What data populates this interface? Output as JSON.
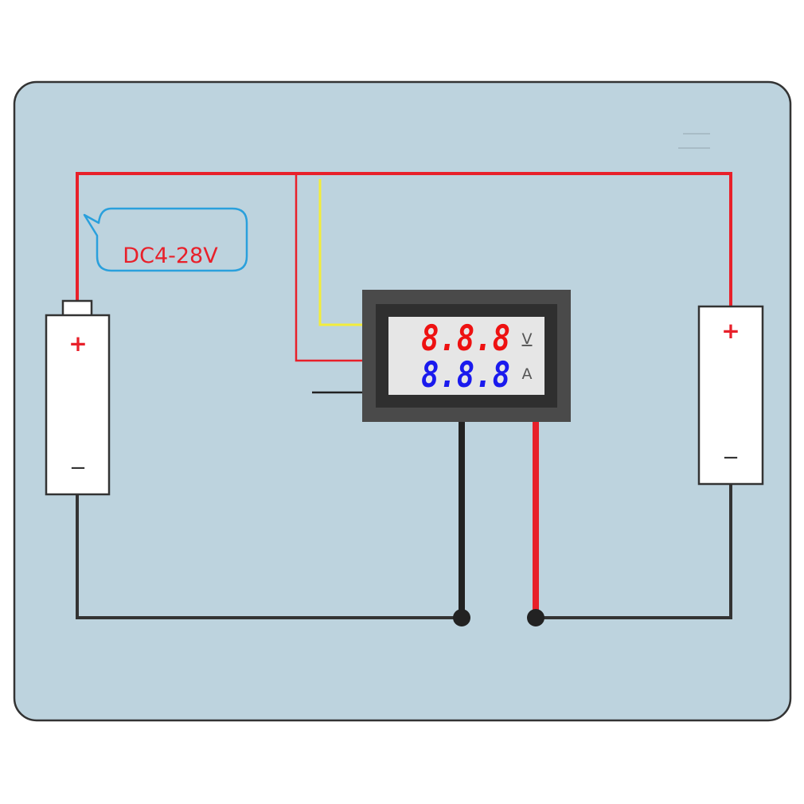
{
  "supply_label": "DC4-28V",
  "left_battery": {
    "plus": "+",
    "minus": "−"
  },
  "right_battery": {
    "plus": "+",
    "minus": "−"
  },
  "meter": {
    "voltage_reading": "8.8.8",
    "voltage_unit": "V",
    "current_reading": "8.8.8",
    "current_unit": "A"
  },
  "colors": {
    "background_panel": "#bdd3de",
    "panel_border": "#333333",
    "red_wire": "#e8202a",
    "black_wire": "#222222",
    "yellow_wire": "#f3ec3a",
    "bubble_border": "#2aa0dc",
    "label_red": "#e8202a",
    "voltage_digits": "#ee1111",
    "current_digits": "#1a1aee",
    "meter_body": "#4a4a4a",
    "meter_screen": "#e6e6e6"
  }
}
